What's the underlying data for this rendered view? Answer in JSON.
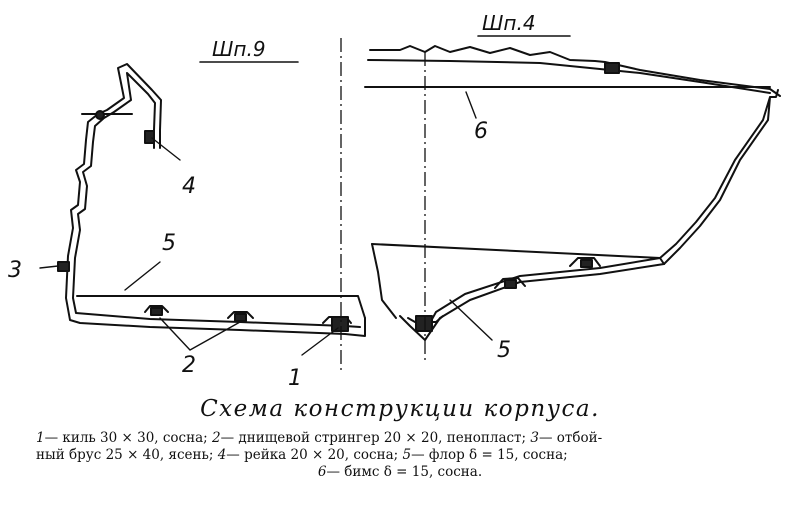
{
  "diagram": {
    "left_section_label": "Шп.9",
    "right_section_label": "Шп.4",
    "callouts": [
      "1",
      "2",
      "3",
      "4",
      "5",
      "5",
      "6"
    ]
  },
  "caption": {
    "title": "Схема конструкции корпуса.",
    "legend": [
      {
        "num": "1",
        "text": "— киль 30 × 30, сосна;"
      },
      {
        "num": "2",
        "text": "— днищевой стрингер 20 × 20, пенопласт;"
      },
      {
        "num": "3",
        "text": "— отбой-"
      },
      {
        "num": "",
        "text": "ный брус 25 × 40, ясень;"
      },
      {
        "num": "4",
        "text": "— рейка 20 × 20, сосна;"
      },
      {
        "num": "5",
        "text": "— флор δ = 15, сосна;"
      },
      {
        "num": "6",
        "text": "— бимс δ = 15, сосна."
      }
    ]
  }
}
